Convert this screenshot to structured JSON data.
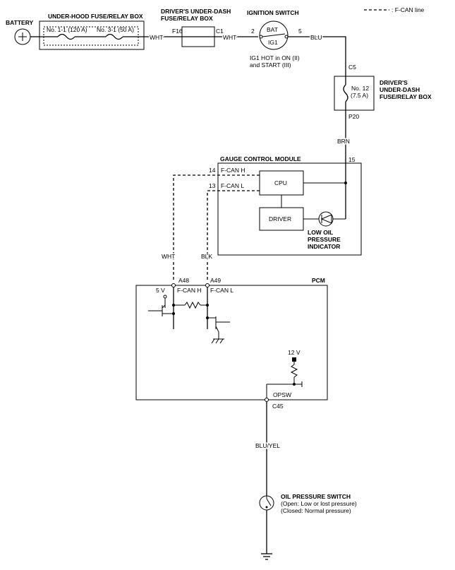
{
  "legend": {
    "line_sample": "- - - - - - - -",
    "label": ": F-CAN line"
  },
  "battery": {
    "label": "BATTERY"
  },
  "underhood_box": {
    "title": "UNDER-HOOD FUSE/RELAY BOX",
    "fuse1": "No. 1-1 (120 A)",
    "fuse2": "No. 3-1 (50 A)"
  },
  "wires": {
    "wht1": "WHT",
    "wht2": "WHT",
    "blu": "BLU",
    "brn": "BRN",
    "wht3": "WHT",
    "blk": "BLK",
    "bluyel": "BLU/YEL"
  },
  "dash_box1": {
    "title_line1": "DRIVER'S UNDER-DASH",
    "title_line2": "FUSE/RELAY BOX",
    "pin_in": "F16",
    "pin_out": "C1"
  },
  "ignition": {
    "title": "IGNITION SWITCH",
    "pin_in": "2",
    "pin_out": "5",
    "bat": "BAT",
    "ig1": "IG1",
    "note_line1": "IG1 HOT in ON (II)",
    "note_line2": "and START (III)"
  },
  "dash_box2": {
    "pin_top": "C5",
    "pin_bottom": "P20",
    "fuse_line1": "No. 12",
    "fuse_line2": "(7.5 A)",
    "title_line1": "DRIVER'S",
    "title_line2": "UNDER-DASH",
    "title_line3": "FUSE/RELAY BOX"
  },
  "gcm": {
    "title": "GAUGE CONTROL MODULE",
    "pin_15": "15",
    "pin_14": "14",
    "pin_13": "13",
    "can_h": "F-CAN H",
    "can_l": "F-CAN L",
    "cpu": "CPU",
    "driver": "DRIVER",
    "indicator_line1": "LOW OIL",
    "indicator_line2": "PRESSURE",
    "indicator_line3": "INDICATOR"
  },
  "pcm": {
    "title": "PCM",
    "pin_a48": "A48",
    "pin_a49": "A49",
    "can_h": "F-CAN H",
    "can_l": "F-CAN L",
    "v5": "5 V",
    "v12": "12 V",
    "opsw": "OPSW",
    "pin_c45": "C45"
  },
  "oil_switch": {
    "line1": "OIL PRESSURE SWITCH",
    "line2": "(Open: Low or lost pressure)",
    "line3": "(Closed: Normal pressure)"
  }
}
